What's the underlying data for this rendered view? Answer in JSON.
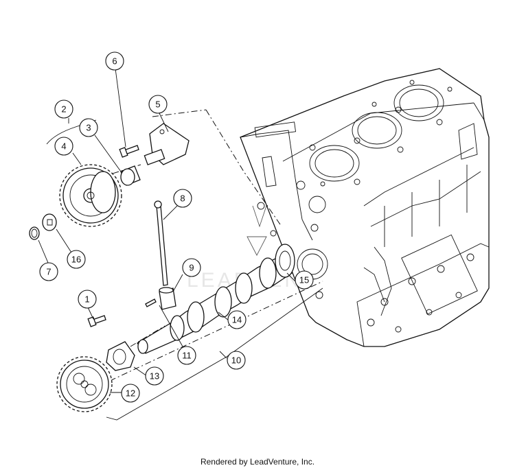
{
  "diagram": {
    "callouts": [
      "1",
      "2",
      "3",
      "4",
      "5",
      "6",
      "7",
      "8",
      "9",
      "10",
      "11",
      "12",
      "13",
      "14",
      "15",
      "16"
    ],
    "watermark": "LEADVENTURE"
  },
  "footer": {
    "text": "Rendered by LeadVenture, Inc."
  },
  "colors": {
    "line": "#111111",
    "background": "#ffffff",
    "watermark": "#dcdcdc"
  }
}
